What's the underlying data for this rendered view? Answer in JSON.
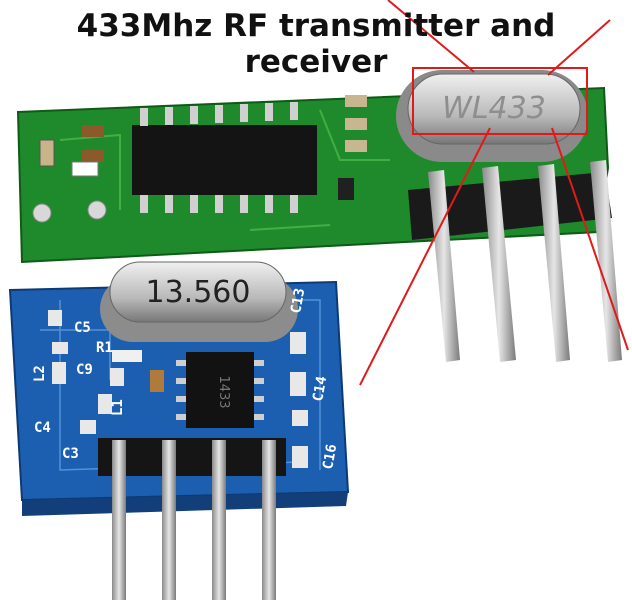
{
  "title": "433Mhz RF transmitter and receiver",
  "receiver": {
    "crystal_marking": "WL433"
  },
  "transmitter": {
    "crystal_marking": "13.560",
    "chip_marking": "1433",
    "silkscreen": [
      "C5",
      "C13",
      "R1",
      "C9",
      "L2",
      "C14",
      "L1",
      "C4",
      "C3",
      "C16"
    ]
  },
  "colors": {
    "receiver_pcb": "#1e8a2a",
    "transmitter_pcb": "#1c5fb0",
    "annotation": "#e01a1a",
    "pins": "#b8b8b8"
  }
}
